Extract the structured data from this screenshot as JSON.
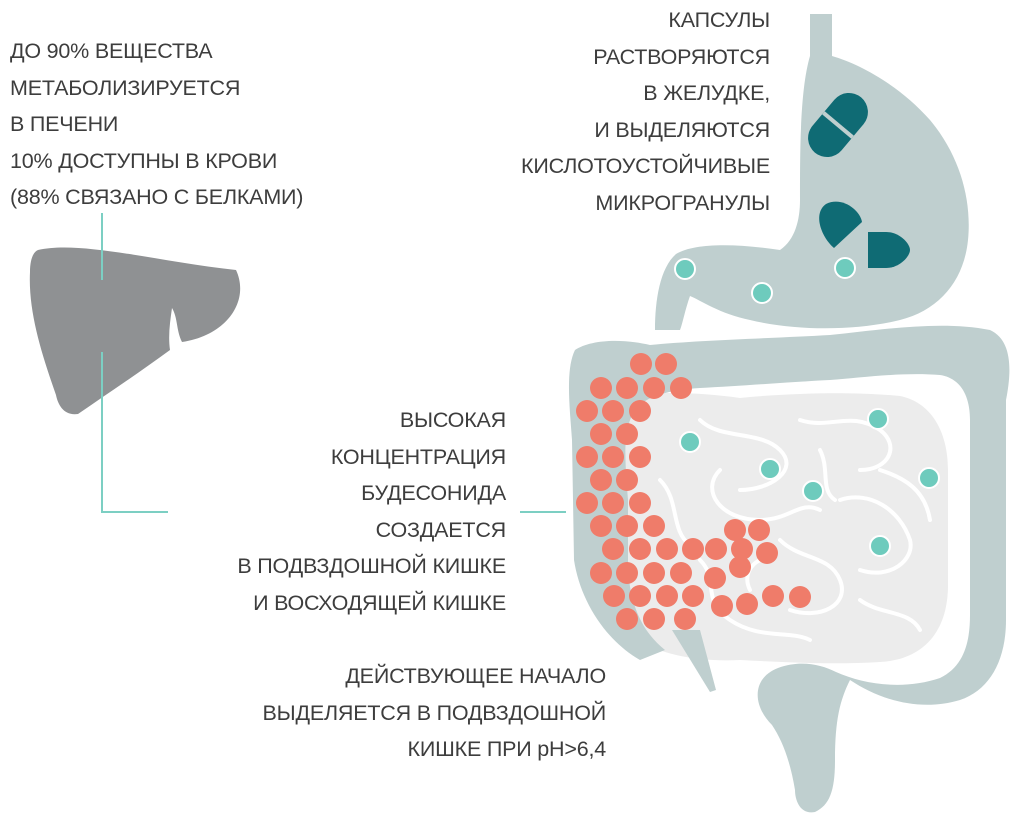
{
  "annotations": {
    "liver": {
      "lines": [
        "ДО 90% ВЕЩЕСТВА",
        "МЕТАБОЛИЗИРУЕТСЯ",
        "В ПЕЧЕНИ",
        "10% ДОСТУПНЫ В КРОВИ",
        "(88% СВЯЗАНО С БЕЛКАМИ)"
      ]
    },
    "capsules": {
      "lines": [
        "КАПСУЛЫ",
        "РАСТВОРЯЮТСЯ",
        "В ЖЕЛУДКЕ,",
        "И ВЫДЕЛЯЮТСЯ",
        "КИСЛОТОУСТОЙЧИВЫЕ",
        "МИКРОГРАНУЛЫ"
      ]
    },
    "concentration": {
      "lines": [
        "ВЫСОКАЯ",
        "КОНЦЕНТРАЦИЯ",
        "БУДЕСОНИДА",
        "СОЗДАЕТСЯ",
        "В ПОДВЗДОШНОЙ КИШКЕ",
        "И ВОСХОДЯЩЕЙ КИШКЕ"
      ]
    },
    "release": {
      "lines": [
        "ДЕЙСТВУЮЩЕЕ НАЧАЛО",
        "ВЫДЕЛЯЕТСЯ В ПОДВЗДОШНОЙ",
        "КИШКЕ ПРИ pH>6,4"
      ]
    }
  },
  "colors": {
    "text": "#3d3d3d",
    "gut": "#bfcfcf",
    "small_intestine": "#ececec",
    "liver": "#8f9193",
    "capsule": "#0f6b74",
    "microgranule": "#6ecbbd",
    "budesonide_dot": "#ef7c6a",
    "leader_line": "#7ccfc3"
  },
  "icons": {
    "liver": "liver-icon",
    "capsule": "capsule-icon",
    "open_capsule": "open-capsule-icon",
    "digestive_tract": "digestive-tract-illustration",
    "microgranule": "microgranule-dot",
    "budesonide_granule": "budesonide-dot"
  }
}
